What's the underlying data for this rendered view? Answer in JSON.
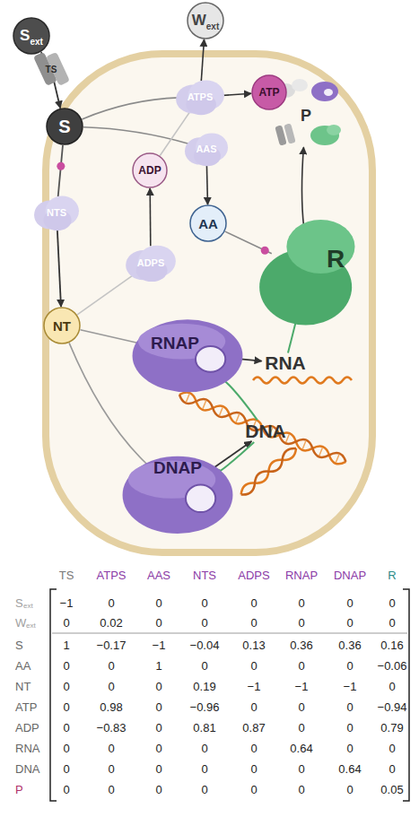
{
  "diagram": {
    "nodes": [
      {
        "text": [
          "W",
          "ext"
        ]
      },
      {
        "text": [
          "S",
          "ext"
        ]
      },
      {
        "text": [
          "TS"
        ]
      },
      {
        "text": [
          "ATP"
        ]
      },
      {
        "text": [
          "ATPS"
        ]
      },
      {
        "text": [
          "S"
        ]
      },
      {
        "text": [
          "P"
        ]
      },
      {
        "text": [
          "AAS"
        ]
      },
      {
        "text": [
          "ADP"
        ]
      },
      {
        "text": [
          "NTS"
        ]
      },
      {
        "text": [
          "AA"
        ]
      },
      {
        "text": [
          "ADPS"
        ]
      },
      {
        "text": [
          "R"
        ]
      },
      {
        "text": [
          "NT"
        ]
      },
      {
        "text": [
          "RNAP"
        ]
      },
      {
        "text": [
          "RNA"
        ]
      },
      {
        "text": [
          "DNA"
        ]
      },
      {
        "text": [
          "DNAP"
        ]
      }
    ],
    "edges": [
      {
        "from": 1,
        "to": 2,
        "arrow": "none"
      },
      {
        "from": 2,
        "to": 5,
        "arrow": "to"
      },
      {
        "from": 5,
        "to": 4,
        "arrow": "none"
      },
      {
        "from": 4,
        "to": 0,
        "arrow": "to"
      },
      {
        "from": 4,
        "to": 3,
        "arrow": "to"
      },
      {
        "from": 5,
        "to": 7,
        "arrow": "none"
      },
      {
        "from": 7,
        "to": 10,
        "arrow": "to"
      },
      {
        "from": 5,
        "to": 9,
        "arrow": "none"
      },
      {
        "from": 9,
        "to": 13,
        "arrow": "to"
      },
      {
        "from": 13,
        "to": 11,
        "arrow": "none"
      },
      {
        "from": 11,
        "to": 8,
        "arrow": "to"
      },
      {
        "from": 8,
        "to": 4,
        "arrow": "none"
      },
      {
        "from": 10,
        "to": 12,
        "arrow": "none"
      },
      {
        "from": 12,
        "to": 6,
        "arrow": "to"
      },
      {
        "from": 13,
        "to": 14,
        "arrow": "none"
      },
      {
        "from": 14,
        "to": 15,
        "arrow": "to"
      },
      {
        "from": 13,
        "to": 17,
        "arrow": "none"
      },
      {
        "from": 17,
        "to": 16,
        "arrow": "to"
      },
      {
        "from": 15,
        "to": 12,
        "arrow": "none"
      },
      {
        "from": 16,
        "to": 14,
        "arrow": "none"
      },
      {
        "from": 16,
        "to": 17,
        "arrow": "none"
      }
    ],
    "labels": [
      "TS",
      "ATPS",
      "AAS",
      "NTS",
      "ADPS",
      "RNAP",
      "DNAP",
      "R",
      "S",
      "ext",
      "−1",
      "0",
      "0",
      "0",
      "0",
      "0",
      "0",
      "0",
      "W",
      "ext",
      "0",
      "0.02",
      "0",
      "0",
      "0",
      "0",
      "0",
      "0",
      "S",
      "1",
      "−0.17",
      "−1",
      "−0.04",
      "0.13",
      "0.36",
      "0.36",
      "0.16",
      "AA",
      "0",
      "0",
      "1",
      "0",
      "0",
      "0",
      "0",
      "−0.06",
      "NT",
      "0",
      "0",
      "0",
      "0.19",
      "−1",
      "−1",
      "−1",
      "0",
      "ATP",
      "0",
      "0.98",
      "0",
      "−0.96",
      "0",
      "0",
      "0",
      "−0.94",
      "ADP",
      "0",
      "−0.83",
      "0",
      "0.81",
      "0.87",
      "0",
      "0",
      "0.79",
      "RNA",
      "0",
      "0",
      "0",
      "0",
      "0",
      "0.64",
      "0",
      "0",
      "DNA",
      "0",
      "0",
      "0",
      "0",
      "0",
      "0",
      "0.64",
      "0",
      "P",
      "0",
      "0",
      "0",
      "0",
      "0",
      "0",
      "0",
      "0.05"
    ]
  }
}
